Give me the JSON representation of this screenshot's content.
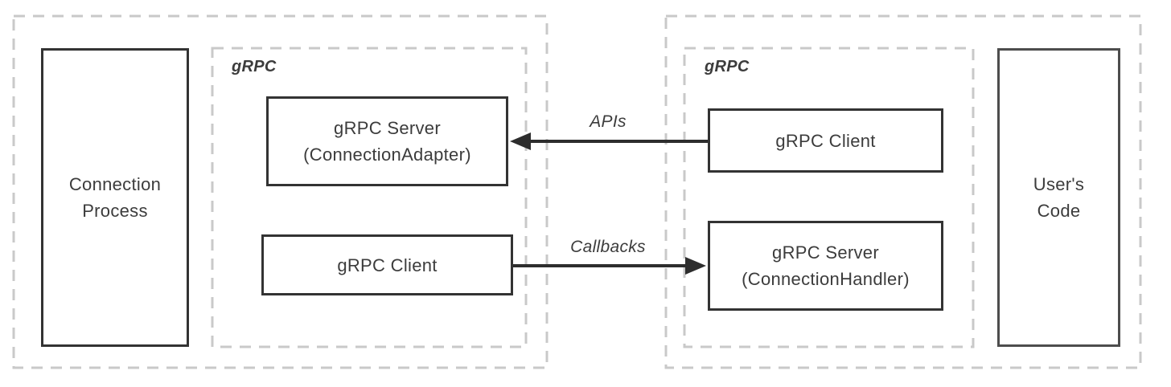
{
  "diagram": {
    "type": "component-diagram",
    "containers": {
      "left_grpc": {
        "label": "gRPC"
      },
      "right_grpc": {
        "label": "gRPC"
      }
    },
    "nodes": {
      "connection_process": {
        "lines": [
          "Connection",
          "Process"
        ]
      },
      "grpc_server_adapter": {
        "lines": [
          "gRPC Server",
          "(ConnectionAdapter)"
        ]
      },
      "grpc_client_left": {
        "lines": [
          "gRPC Client"
        ]
      },
      "grpc_client_right": {
        "lines": [
          "gRPC Client"
        ]
      },
      "grpc_server_handler": {
        "lines": [
          "gRPC Server",
          "(ConnectionHandler)"
        ]
      },
      "users_code": {
        "lines": [
          "User's",
          "Code"
        ]
      }
    },
    "arrows": {
      "apis": {
        "label": "APIs",
        "from": "grpc_client_right",
        "to": "grpc_server_adapter",
        "direction": "left"
      },
      "callbacks": {
        "label": "Callbacks",
        "from": "grpc_client_left",
        "to": "grpc_server_handler",
        "direction": "right"
      }
    },
    "colors": {
      "background": "#ffffff",
      "solid_border": "#333333",
      "users_code_border": "#4d4d4d",
      "dashed_border": "#c9c9c9",
      "text": "#3c3c3c",
      "arrow": "#2d2d2d"
    }
  }
}
